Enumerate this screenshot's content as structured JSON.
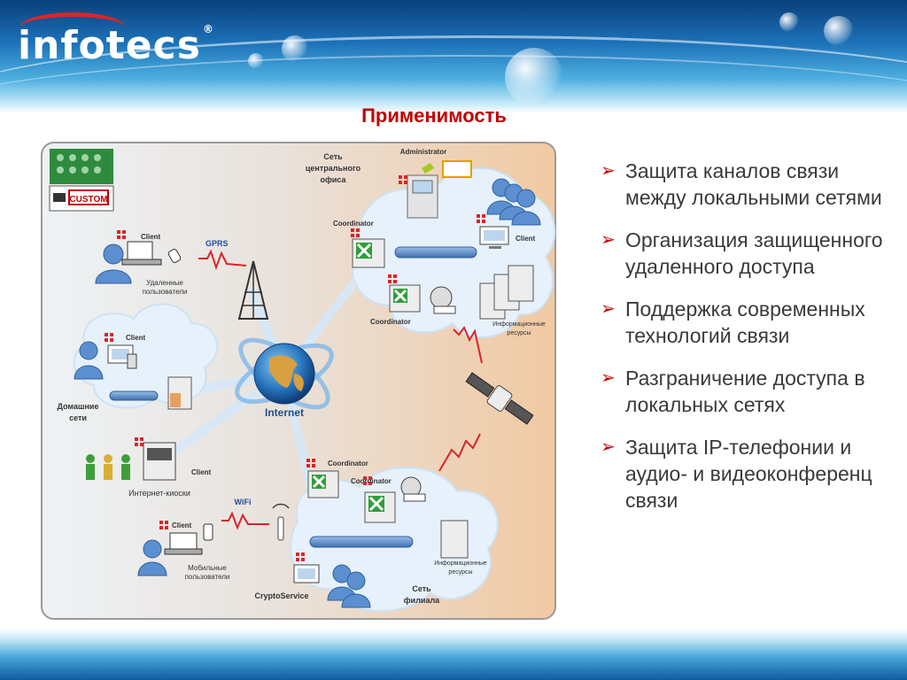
{
  "logo": {
    "text": "infotecs",
    "mark": "®"
  },
  "title": "Применимость",
  "bullets": [
    "Защита каналов связи между локальными сетями",
    "Организация защищенного удаленного доступа",
    "Поддержка современных технологий связи",
    "Разграничение доступа в локальных сетях",
    "Защита IP-телефонии и аудио- и видеоконференц связи"
  ],
  "diagram": {
    "labels": {
      "central_net": [
        "Сеть",
        "центрального",
        "офиса"
      ],
      "administrator": "Administrator",
      "coordinator": "Coordinator",
      "client": "Client",
      "gprs": "GPRS",
      "wifi": "WiFi",
      "internet": "Internet",
      "remote_users": [
        "Удаленные",
        "пользователи"
      ],
      "home_nets": [
        "Домашние",
        "сети"
      ],
      "kiosks": "Интернет-киоски",
      "mobile_users": [
        "Мобильные",
        "пользователи"
      ],
      "info_resources": [
        "Информационные",
        "ресурсы"
      ],
      "branch_net": [
        "Сеть",
        "филиала"
      ],
      "cryptoservice": "CryptoService",
      "custom_badge": "CUSTOM"
    },
    "colors": {
      "panel": "#f3d3b5",
      "cloud": "#e6f1fb",
      "accent": "#c00000",
      "link": "#d7e8f8"
    }
  }
}
